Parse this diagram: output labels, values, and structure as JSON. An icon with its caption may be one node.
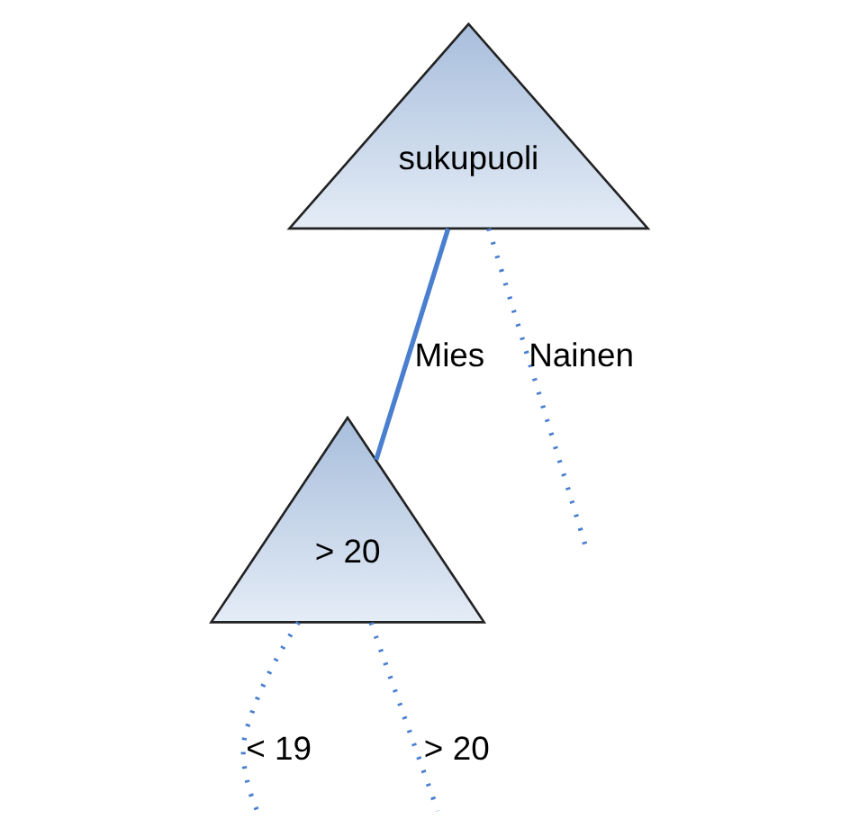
{
  "diagram": {
    "nodes": [
      {
        "text": [
          "sukupuoli"
        ]
      },
      {
        "text": [
          "> 20"
        ]
      }
    ],
    "edges": [
      {
        "from": 0,
        "to": 1,
        "arrow": "none",
        "label": "Mies"
      },
      {
        "from": 0,
        "to": null,
        "arrow": "none",
        "label": "Nainen",
        "style": "dashed"
      },
      {
        "from": 1,
        "to": null,
        "arrow": "none",
        "label": "< 19",
        "style": "dashed"
      },
      {
        "from": 1,
        "to": null,
        "arrow": "none",
        "label": "> 20",
        "style": "dashed"
      }
    ]
  }
}
